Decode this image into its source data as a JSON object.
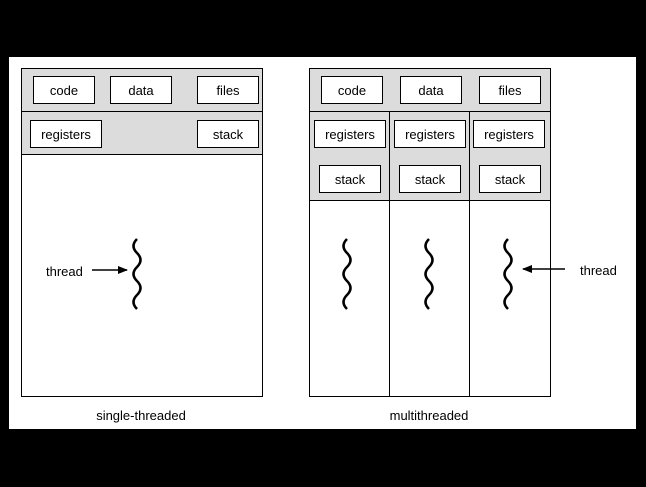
{
  "single": {
    "code": "code",
    "data": "data",
    "files": "files",
    "registers": "registers",
    "stack": "stack",
    "thread_label": "thread",
    "caption": "single-threaded"
  },
  "multi": {
    "code": "code",
    "data": "data",
    "files": "files",
    "threads": [
      {
        "registers": "registers",
        "stack": "stack"
      },
      {
        "registers": "registers",
        "stack": "stack"
      },
      {
        "registers": "registers",
        "stack": "stack"
      }
    ],
    "thread_label": "thread",
    "caption": "multithreaded"
  },
  "colors": {
    "shared_band": "#dcdcdc",
    "frame": "#000000",
    "canvas": "#ffffff"
  }
}
